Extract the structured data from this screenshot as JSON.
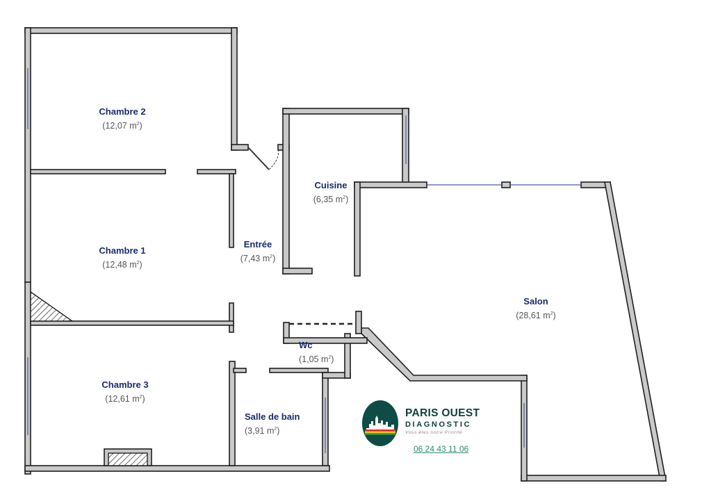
{
  "rooms": {
    "chambre2": {
      "name": "Chambre 2",
      "area_prefix": "(12,07 m",
      "area_suffix": ")"
    },
    "chambre1": {
      "name": "Chambre 1",
      "area_prefix": "(12,48 m",
      "area_suffix": ")"
    },
    "chambre3": {
      "name": "Chambre 3",
      "area_prefix": "(12,61 m",
      "area_suffix": ")"
    },
    "entree": {
      "name": "Entrée",
      "area_prefix": "(7,43 m",
      "area_suffix": ")"
    },
    "cuisine": {
      "name": "Cuisine",
      "area_prefix": "(6,35 m",
      "area_suffix": ")"
    },
    "salon": {
      "name": "Salon",
      "area_prefix": "(28,61 m",
      "area_suffix": ")"
    },
    "wc": {
      "name": "Wc",
      "area_prefix": "(1,05 m",
      "area_suffix": ")"
    },
    "sdb": {
      "name": "Salle de bain",
      "area_prefix": "(3,91 m",
      "area_suffix": ")"
    }
  },
  "area_unit_exponent": "2",
  "logo": {
    "brand": "PARIS OUEST",
    "subtitle": "DIAGNOSTIC",
    "tagline": "Vous êtes notre Priorité",
    "phone": "06 24 43 11 06"
  },
  "colors": {
    "wall_fill": "#c9c9c9",
    "room_name": "#1b2a6b",
    "logo_green": "#0f4c45"
  }
}
